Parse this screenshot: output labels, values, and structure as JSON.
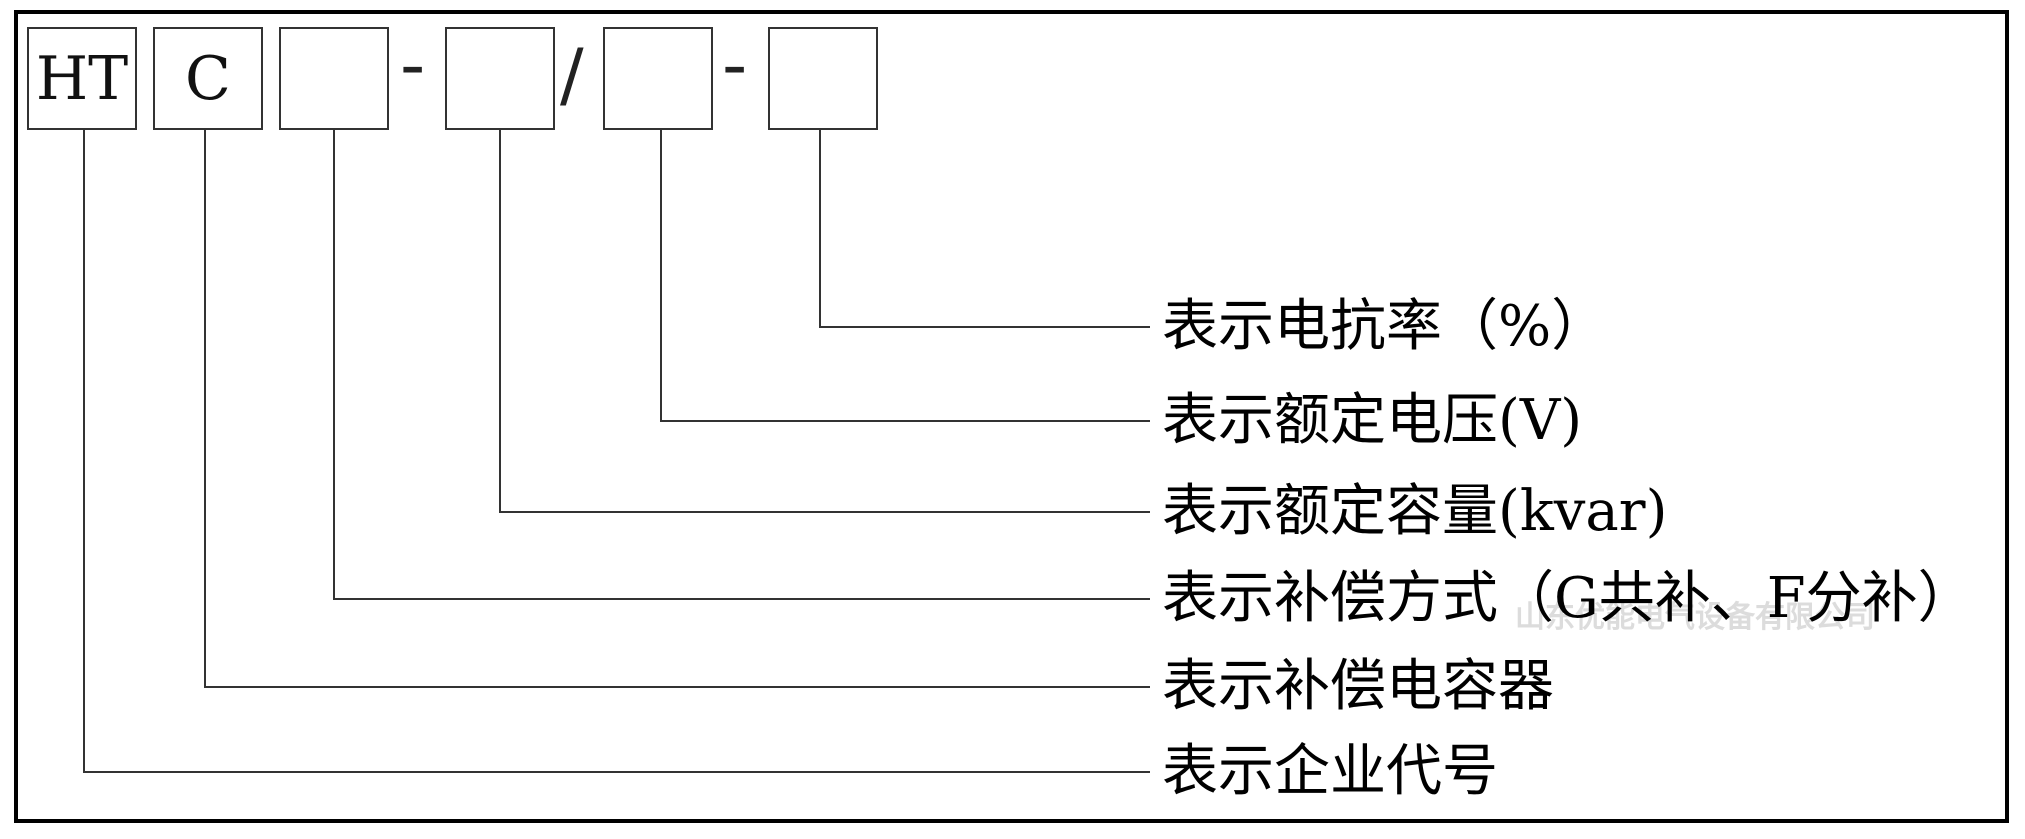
{
  "code_boxes": [
    {
      "text": "HT"
    },
    {
      "text": "C"
    },
    {
      "text": ""
    },
    {
      "text": ""
    },
    {
      "text": ""
    },
    {
      "text": ""
    }
  ],
  "separators": [
    "-",
    "/",
    "-"
  ],
  "labels": [
    "表示电抗率（%）",
    "表示额定电压(V)",
    "表示额定容量(kvar)",
    "表示补偿方式（G共补、F分补）",
    "表示补偿电容器",
    "表示企业代号"
  ],
  "watermark": "山东优能电气设备有限公司"
}
